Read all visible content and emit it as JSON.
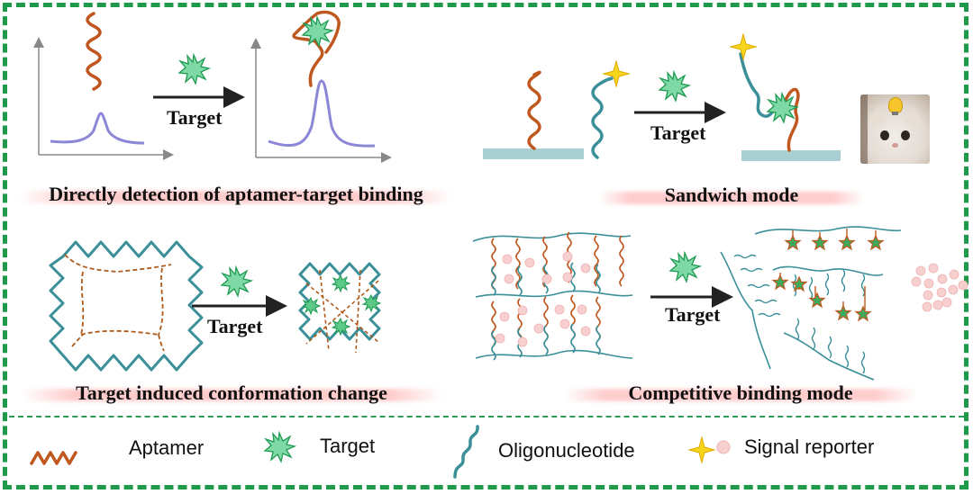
{
  "panels": [
    {
      "id": "direct",
      "caption": "Directly detection of aptamer-target binding",
      "arrow_label": "Target"
    },
    {
      "id": "sandwich",
      "caption": "Sandwich mode",
      "arrow_label": "Target"
    },
    {
      "id": "conformation",
      "caption": "Target induced conformation change",
      "arrow_label": "Target"
    },
    {
      "id": "competitive",
      "caption": "Competitive binding mode",
      "arrow_label": "Target"
    }
  ],
  "legend": {
    "items": [
      {
        "label": "Aptamer",
        "icon": "aptamer-wave-icon",
        "color": "#c0571e"
      },
      {
        "label": "Target",
        "icon": "target-star-burst-icon",
        "color": "#6fd49a"
      },
      {
        "label": "Oligonucleotide",
        "icon": "oligonucleotide-wave-icon",
        "color": "#3a8f98"
      },
      {
        "label": "Signal reporter",
        "icon": "signal-reporter-icon",
        "color": "#f5d31b"
      }
    ]
  },
  "colors": {
    "frame": "#1e9a4a",
    "aptamer": "#c0571e",
    "oligo": "#3a8f98",
    "target_fill": "#7ed9a6",
    "target_stroke": "#1f9a52",
    "signal_curve": "#8b86d6",
    "substrate": "#a9cfd2",
    "reporter_star": "#f7d51d",
    "reporter_bead": "#f8c9c9"
  }
}
